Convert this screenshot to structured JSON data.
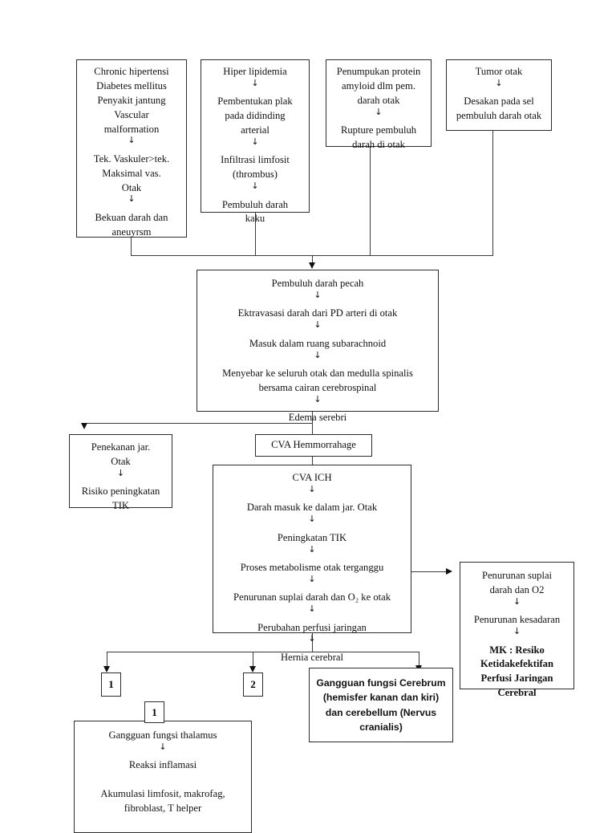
{
  "diagram": {
    "title": "Pathway Stroke Hemorrhagic (Pathophysiology Flowchart)",
    "arrow_glyph": "↓"
  },
  "nodes": {
    "risk_vascular": {
      "lines": [
        "Chronic hipertensi",
        "Diabetes mellitus",
        "Penyakit jantung",
        "Vascular",
        "malformation",
        "↓",
        "Tek. Vaskuler>tek.",
        "Maksimal vas.",
        "Otak",
        "↓",
        "Bekuan darah dan",
        "aneuyrsm"
      ]
    },
    "risk_lipid": {
      "lines": [
        "Hiper lipidemia",
        "↓",
        "Pembentukan plak",
        "pada didinding",
        "arterial",
        "↓",
        "Infiltrasi limfosit",
        "(thrombus)",
        "↓",
        "Pembuluh darah",
        "kaku"
      ]
    },
    "risk_amyloid": {
      "lines": [
        "Penumpukan protein",
        "amyloid dlm pem.",
        "darah otak",
        "↓",
        "Rupture pembuluh",
        "darah di otak"
      ]
    },
    "risk_tumor": {
      "lines": [
        "Tumor otak",
        "↓",
        "Desakan pada sel",
        "pembuluh darah otak"
      ]
    },
    "rupture_cascade": {
      "lines": [
        "Pembuluh darah pecah",
        "↓",
        "Ektravasasi darah dari PD arteri di otak",
        "↓",
        "Masuk dalam ruang subarachnoid",
        "↓",
        "Menyebar ke seluruh otak dan medulla spinalis",
        "bersama cairan cerebrospinal",
        "↓",
        "Edema serebri"
      ]
    },
    "penekanan": {
      "lines": [
        "Penekanan jar.",
        "Otak",
        "↓",
        "Risiko peningkatan",
        "TIK"
      ]
    },
    "cva_hemmorrahage": {
      "lines": [
        "CVA Hemmorrahage"
      ]
    },
    "cva_ich": {
      "lines": [
        "CVA ICH",
        "↓",
        "Darah masuk ke dalam jar. Otak",
        "↓",
        "Peningkatan TIK",
        "↓",
        "Proses metabolisme otak terganggu",
        "↓",
        "Penurunan suplai darah dan O₂ ke otak",
        "↓",
        "Perubahan perfusi jaringan",
        "↓",
        "Hernia cerebral"
      ]
    },
    "penurunan_suplai": {
      "lines": [
        "Penurunan suplai",
        "darah dan O2",
        "↓",
        "Penurunan kesadaran",
        "↓"
      ],
      "bold_lines": [
        "MK : Resiko",
        "Ketidakefektifan",
        "Perfusi Jaringan",
        "Cerebral"
      ]
    },
    "connector_one_left": {
      "label": "1"
    },
    "connector_two": {
      "label": "2"
    },
    "connector_one_bottom": {
      "label": "1"
    },
    "gangguan_cerebrum": {
      "lines": [
        "Gangguan fungsi Cerebrum",
        "(hemisfer kanan dan kiri)",
        "dan cerebellum (Nervus",
        "cranialis)"
      ]
    },
    "gangguan_thalamus": {
      "lines": [
        "Gangguan fungsi thalamus",
        "↓",
        "Reaksi inflamasi",
        "",
        "Akumulasi limfosit, makrofag,",
        "fibroblast, T helper"
      ]
    }
  },
  "colors": {
    "border": "#2b2b2b",
    "line": "#3a3a3a",
    "text": "#111111",
    "background": "#ffffff"
  }
}
